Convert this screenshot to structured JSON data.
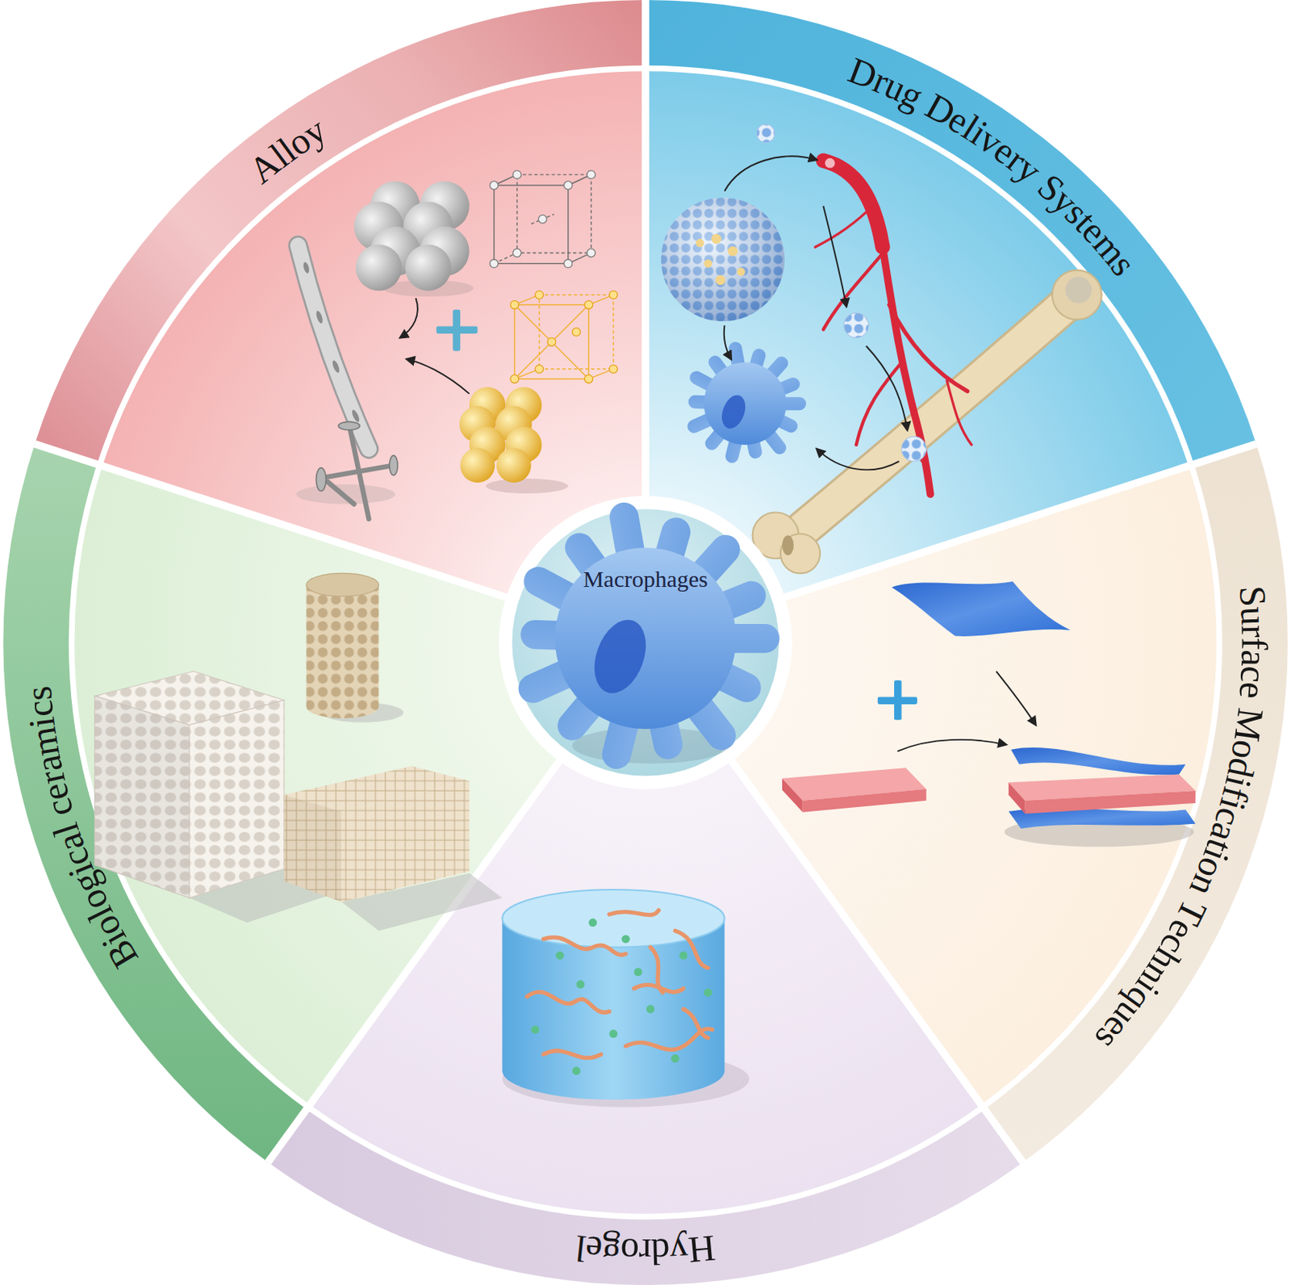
{
  "diagram": {
    "nodes": [
      {
        "text": [
          "Alloy"
        ]
      },
      {
        "text": [
          "Drug Delivery Systems"
        ]
      },
      {
        "text": [
          "Surface Modification Techniques"
        ]
      },
      {
        "text": [
          "Hydrogel"
        ]
      },
      {
        "text": [
          "Biological ceramics"
        ]
      },
      {
        "text": [
          "Macrophages"
        ]
      }
    ]
  }
}
